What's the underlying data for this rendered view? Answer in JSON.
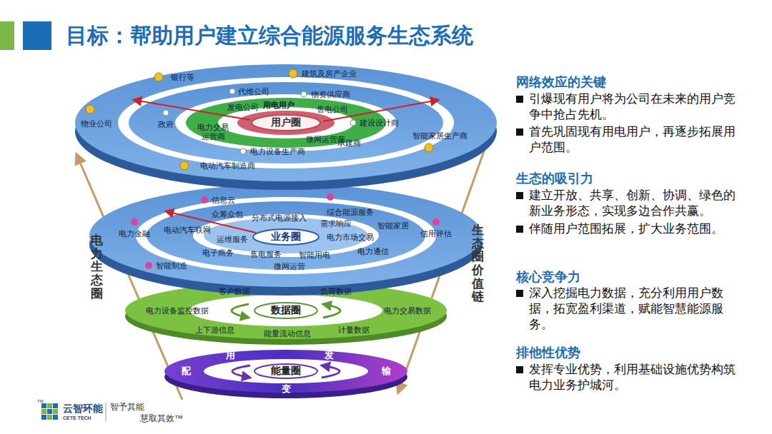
{
  "diagram": {
    "title": "目标：帮助用户建立综合能源服务生态系统",
    "nodes": [
      {
        "text": [
          "用户圈"
        ]
      },
      {
        "text": [
          "业务圈"
        ]
      },
      {
        "text": [
          "数据圈"
        ]
      },
      {
        "text": [
          "能量圈"
        ]
      }
    ],
    "labels": [
      "银行等",
      "建筑及房产企业",
      "物业公司",
      "智能家居生产商",
      "电动汽车制造商",
      "代维公司",
      "物资供应商",
      "政府",
      "建设设计商",
      "承建商",
      "电力设备生产商",
      "发电公司",
      "用电用户",
      "售电公司",
      "电力交易运营商",
      "微网运营商",
      "信息云",
      "电力金融",
      "信用评估",
      "智能制造",
      "众筹众包",
      "分布式电源接入",
      "综合能源服务",
      "电动汽车联网",
      "运维服务",
      "需求响应",
      "电力市场交易",
      "智能家居",
      "电子商务",
      "售电服务",
      "智能用电",
      "电力通信",
      "微网运营",
      "客户数据",
      "负荷数据",
      "电力设备监控数据",
      "电力交易数据",
      "上下游信息",
      "能量流动信息",
      "计量数据",
      "用",
      "发",
      "输",
      "变",
      "配",
      "电力生态圈",
      "生态圈价值链",
      "网络效应的关键",
      "引爆现有用户将为公司在未来的用户竞争中抢占先机。",
      "首先巩固现有用电用户，再逐步拓展用户范围。",
      "生态的吸引力",
      "建立开放、共享、创新、协调、绿色的新业务形态，实现多边合作共赢。",
      "伴随用户范围拓展，扩大业务范围。",
      "核心竞争力",
      "深入挖掘电力数据，充分利用用户数据，拓宽盈利渠道，赋能智慧能源服务。",
      "排他性优势",
      "发挥专业优势，利用基础设施优势构筑电力业务护城河。",
      "TM",
      "云智环能",
      "CETE TECH",
      "智予其能",
      "慧取其效™"
    ]
  }
}
